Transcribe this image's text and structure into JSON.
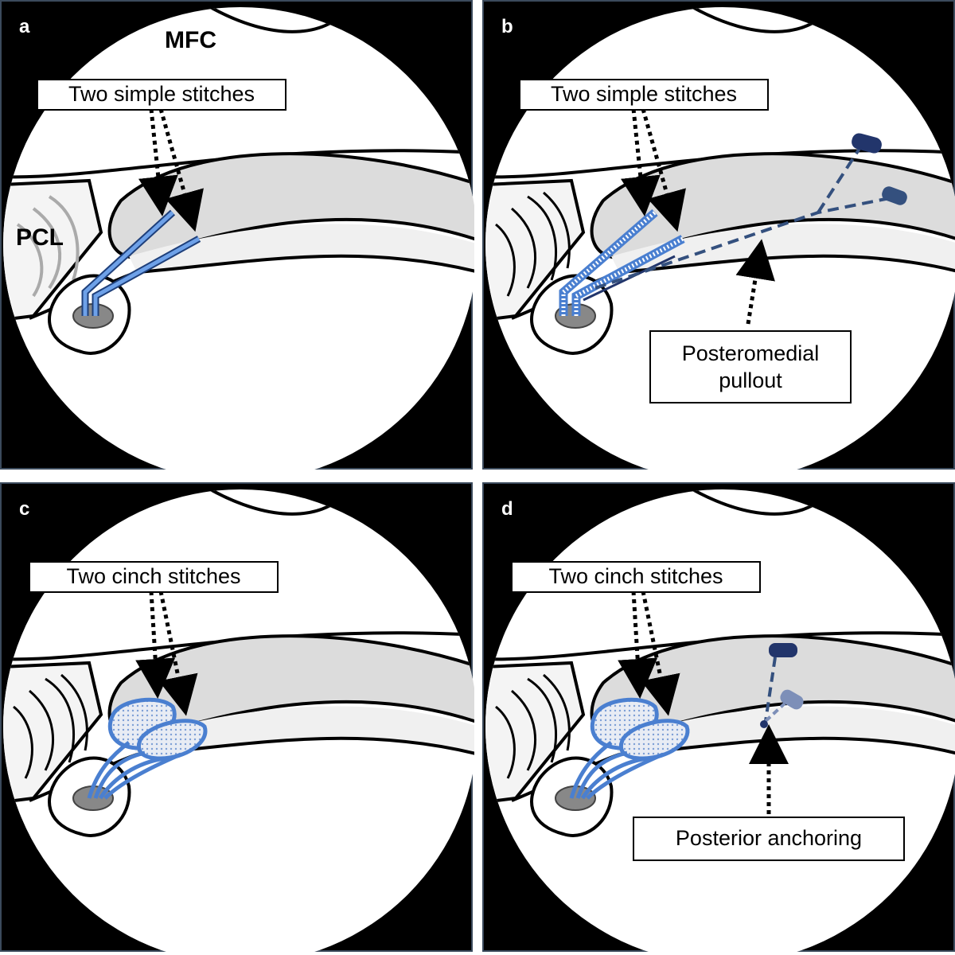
{
  "panels": [
    {
      "id": "a",
      "label": "a",
      "callout": "Two simple stitches",
      "anatomy": {
        "mfc": "MFC",
        "pcl": "PCL"
      }
    },
    {
      "id": "b",
      "label": "b",
      "callout": "Two simple stitches",
      "callout2": "Posteromedial pullout"
    },
    {
      "id": "c",
      "label": "c",
      "callout": "Two cinch stitches"
    },
    {
      "id": "d",
      "label": "d",
      "callout": "Two cinch stitches",
      "callout2": "Posterior anchoring"
    }
  ],
  "colors": {
    "stitch_blue": "#4a7fd0",
    "pullout_navy": "#34507e",
    "anchor_navy": "#22356b",
    "meniscus_gray": "#dcdcdc"
  }
}
